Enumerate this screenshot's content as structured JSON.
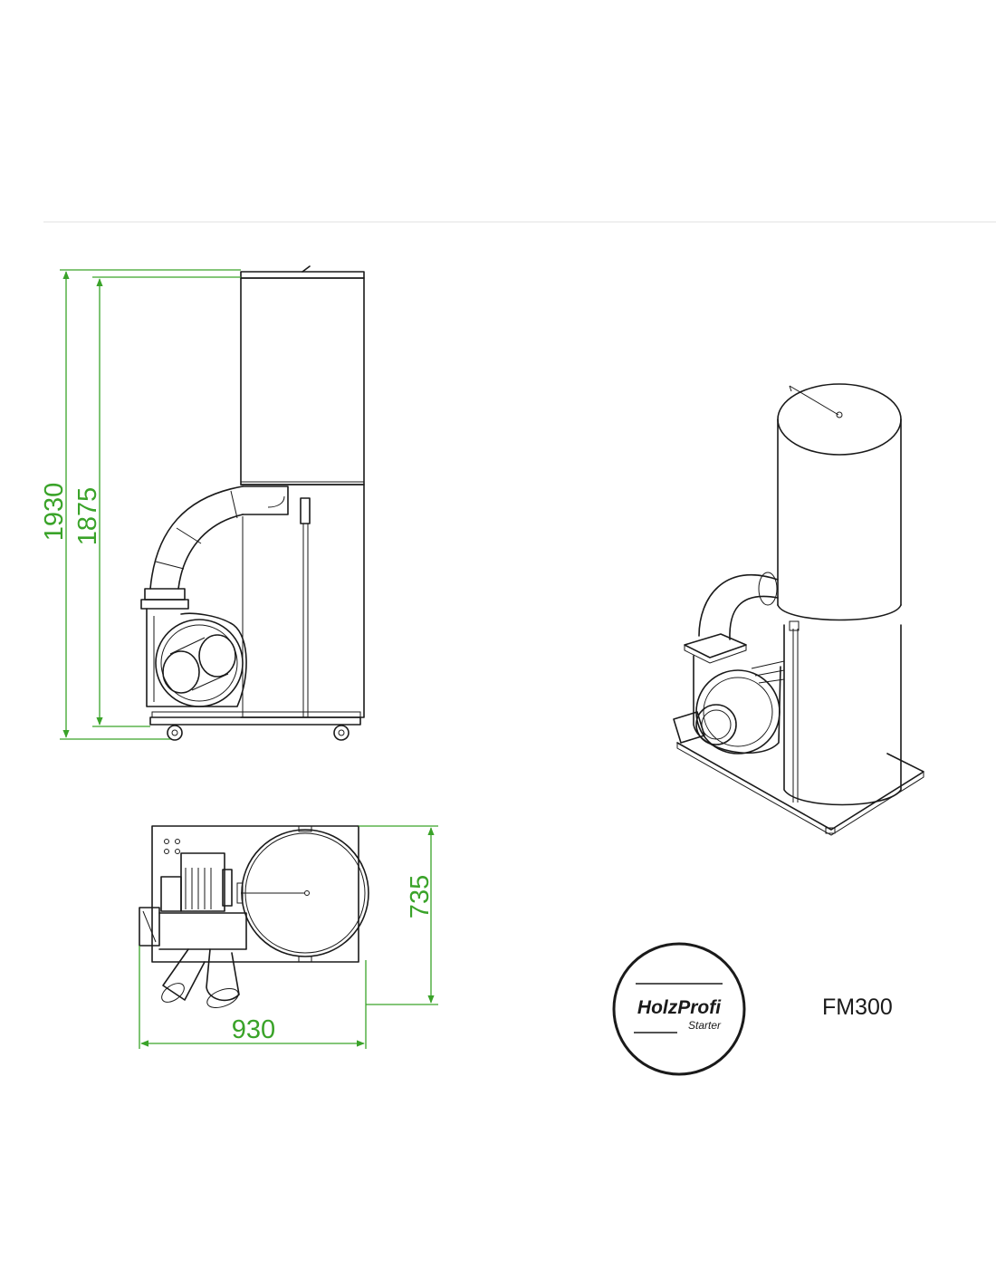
{
  "dimensions": {
    "total_height": "1930",
    "bag_height": "1875",
    "depth": "735",
    "width": "930"
  },
  "logo": {
    "brand": "HolzProfi",
    "subline": "Starter"
  },
  "model_name": "FM300",
  "colors": {
    "dimension_lines": "#3aa329",
    "drawing_lines": "#1a1a1a",
    "background": "#ffffff"
  }
}
